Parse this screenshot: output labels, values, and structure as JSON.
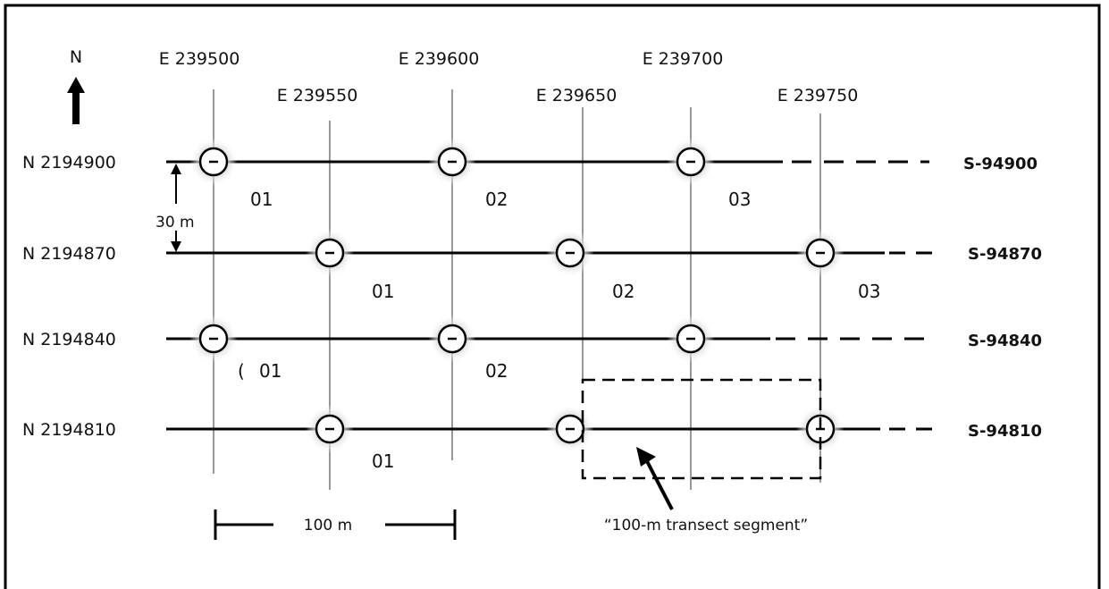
{
  "north_arrow": {
    "label": "N"
  },
  "easting_labels": [
    "E 239500",
    "E 239550",
    "E 239600",
    "E 239650",
    "E 239700",
    "E 239750"
  ],
  "transects": [
    {
      "northing": "N 2194900",
      "id": "S-94900",
      "stations": [
        {
          "label": "01"
        },
        {
          "label": "02"
        },
        {
          "label": "03"
        }
      ]
    },
    {
      "northing": "N 2194870",
      "id": "S-94870",
      "stations": [
        {
          "label": "01"
        },
        {
          "label": "02"
        },
        {
          "label": "03"
        }
      ]
    },
    {
      "northing": "N 2194840",
      "id": "S-94840",
      "stations": [
        {
          "label": "01"
        },
        {
          "label": "02"
        },
        {
          "label": ""
        }
      ]
    },
    {
      "northing": "N 2194810",
      "id": "S-94810",
      "stations": [
        {
          "label": "01"
        },
        {
          "label": ""
        },
        {
          "label": ""
        }
      ]
    }
  ],
  "spacing_label": "30 m",
  "scale_bar_label": "100 m",
  "segment_callout": "“100-m transect segment”",
  "stray_mark": "("
}
